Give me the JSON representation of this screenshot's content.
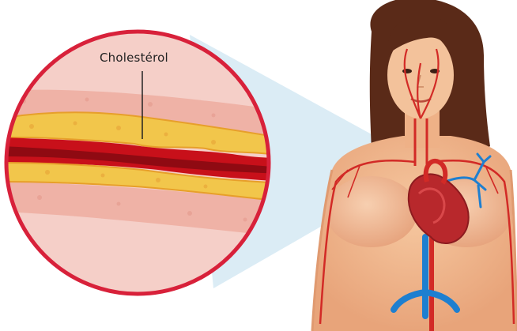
{
  "diagram": {
    "callout_label": "Cholestérol",
    "colors": {
      "magnifier_ring": "#d8213a",
      "artery_wall": "#f2b7ae",
      "plaque": "#f2c64b",
      "blood": "#c8101a",
      "skin": "#f0b98d",
      "hair": "#5a2a18",
      "artery": "#d22a26",
      "vein": "#1e7fd0",
      "heart": "#b8282c"
    },
    "parts": [
      "magnifier-circle",
      "artery-cross-section",
      "cholesterol-plaque",
      "blood-flow",
      "woman-figure",
      "heart",
      "circulatory-system",
      "zoom-beam"
    ]
  }
}
